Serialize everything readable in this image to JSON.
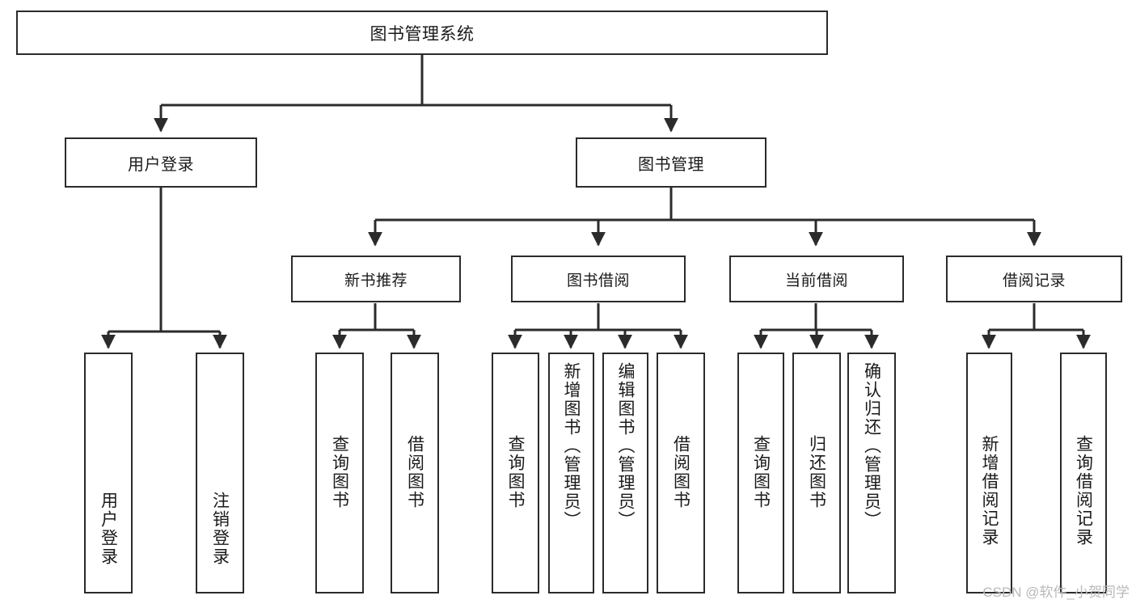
{
  "diagram": {
    "title": "图书管理系统",
    "type": "tree",
    "watermark": "CSDN @软件_小贺同学",
    "colors": {
      "box_border": "#2b2b2b",
      "box_fill": "#ffffff",
      "edge": "#2b2b2b",
      "text": "#1a1a1a",
      "watermark": "#b9b9b9"
    }
  },
  "nodes": {
    "root": {
      "label": "图书管理系统"
    },
    "level2": [
      {
        "label": "用户登录"
      },
      {
        "label": "图书管理"
      }
    ],
    "level3": [
      {
        "label": "新书推荐"
      },
      {
        "label": "图书借阅"
      },
      {
        "label": "当前借阅"
      },
      {
        "label": "借阅记录"
      }
    ],
    "leaves": [
      {
        "label": "用户登录"
      },
      {
        "label": "注销登录"
      },
      {
        "label": "查询图书"
      },
      {
        "label": "借阅图书"
      },
      {
        "label": "查询图书"
      },
      {
        "label": "新增图书（管理员）"
      },
      {
        "label": "编辑图书（管理员）"
      },
      {
        "label": "借阅图书"
      },
      {
        "label": "查询图书"
      },
      {
        "label": "归还图书"
      },
      {
        "label": "确认归还（管理员）"
      },
      {
        "label": "新增借阅记录"
      },
      {
        "label": "查询借阅记录"
      }
    ]
  }
}
